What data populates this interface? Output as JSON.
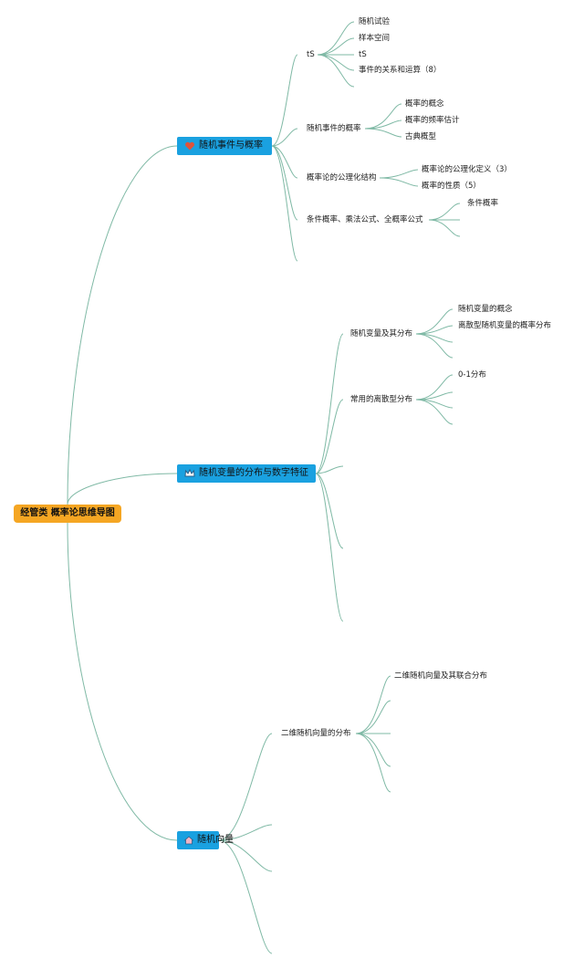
{
  "root": {
    "label": "经管类 概率论思维导图"
  },
  "branches": [
    {
      "label": "随机事件与概率",
      "icon": "heart-icon",
      "children": [
        {
          "label": "tS",
          "children": [
            "随机试验",
            "样本空间",
            "tS",
            "事件的关系和运算（8）"
          ]
        },
        {
          "label": "随机事件的概率",
          "children": [
            "概率的概念",
            "概率的频率估计",
            "古典概型"
          ]
        },
        {
          "label": "概率论的公理化结构",
          "children": [
            "概率论的公理化定义（3）",
            "概率的性质（5）"
          ]
        },
        {
          "label": "条件概率、乘法公式、全概率公式",
          "children": [
            "条件概率"
          ]
        }
      ]
    },
    {
      "label": "随机变量的分布与数字特征",
      "icon": "crown-icon",
      "children": [
        {
          "label": "随机变量及其分布",
          "children": [
            "随机变量的概念",
            "离散型随机变量的概率分布"
          ]
        },
        {
          "label": "常用的离散型分布",
          "children": [
            "0-1分布"
          ]
        }
      ]
    },
    {
      "label": "随机向量",
      "icon": "home-icon",
      "children": [
        {
          "label": "二维随机向量的分布",
          "children": [
            "二维随机向量及其联合分布"
          ]
        }
      ]
    }
  ],
  "colors": {
    "root_fill": "#f5a623",
    "branch_fill": "#1aa1e0",
    "connector": "#7fb9a5"
  }
}
